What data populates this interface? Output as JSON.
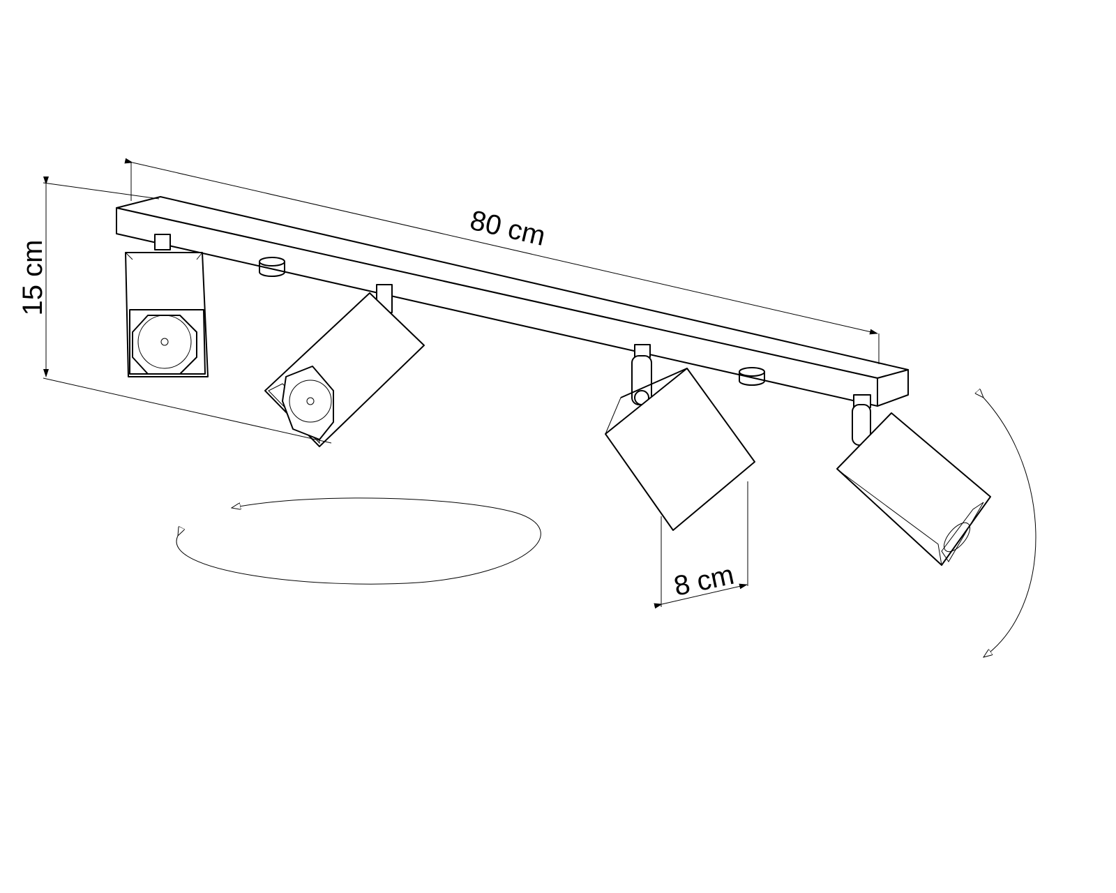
{
  "dimensions": {
    "length": "80 cm",
    "height": "15 cm",
    "spot_width": "8 cm"
  },
  "colors": {
    "line": "#000000",
    "background": "#ffffff"
  }
}
